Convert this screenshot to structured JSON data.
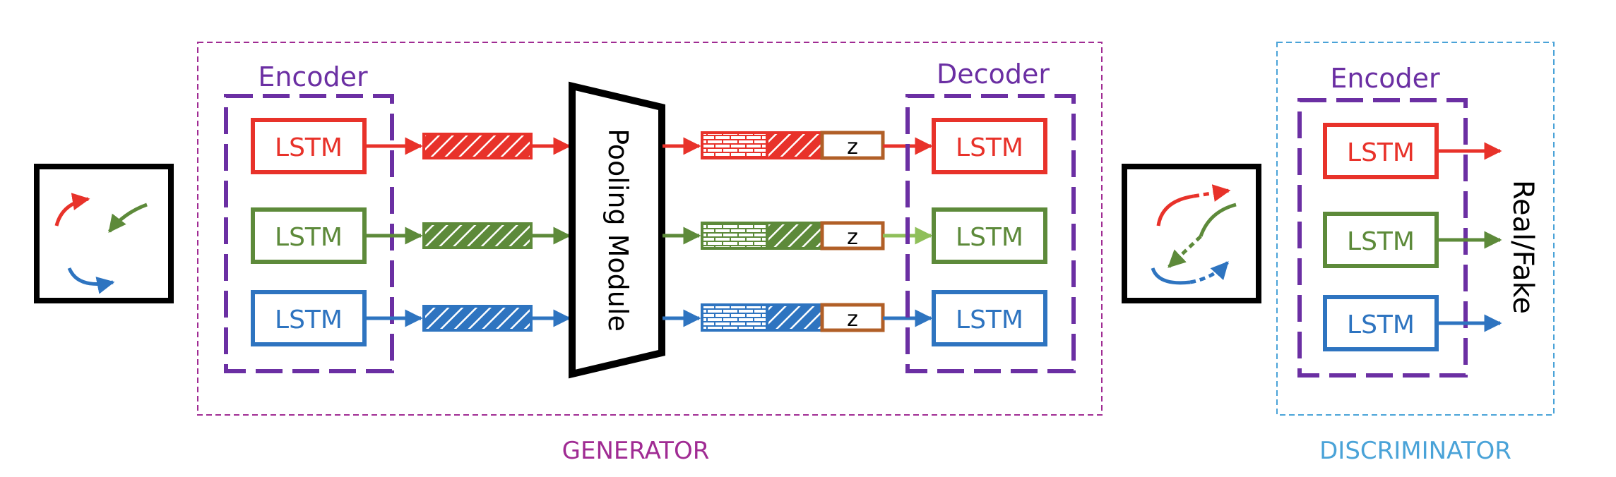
{
  "generator": {
    "label": "GENERATOR",
    "encoder_title": "Encoder",
    "decoder_title": "Decoder",
    "pooling_label": "Pooling Module",
    "encoder_cells": [
      "LSTM",
      "LSTM",
      "LSTM"
    ],
    "decoder_cells": [
      "LSTM",
      "LSTM",
      "LSTM"
    ],
    "noise_labels": [
      "z",
      "z",
      "z"
    ]
  },
  "discriminator": {
    "label": "DISCRIMINATOR",
    "encoder_title": "Encoder",
    "cells": [
      "LSTM",
      "LSTM",
      "LSTM"
    ],
    "output_label": "Real/Fake"
  },
  "colors": {
    "red": "#e8322a",
    "green": "#5d8a3a",
    "blue": "#2e74c0",
    "purple": "#6b2fa3",
    "generator_border": "#a02b93",
    "discriminator_border": "#4aa3d8",
    "noise_border": "#b15f27",
    "generator_label": "#a02b93",
    "discriminator_label": "#4aa3d8"
  },
  "icons": [
    "trajectory-input-icon",
    "trajectory-output-icon",
    "arrow-icon"
  ]
}
